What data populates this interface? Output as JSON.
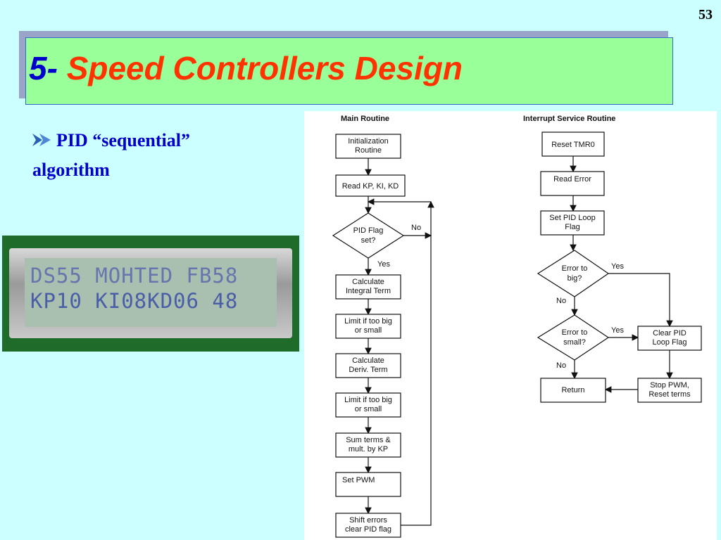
{
  "page_number": "53",
  "title": {
    "number": "5-",
    "text": "Speed Controllers Design"
  },
  "bullet": {
    "line1": "PID “sequential”",
    "line2": "algorithm"
  },
  "lcd": {
    "line1": "DS55 MOHTED FB58",
    "line2": "KP10 KI08KD06 48"
  },
  "flowchart": {
    "main_heading": "Main Routine",
    "isr_heading": "Interrupt Service Routine",
    "main": {
      "init": [
        "Initialization",
        "Routine"
      ],
      "read_k": "Read KP, KI, KD",
      "decision": [
        "PID Flag",
        "set?"
      ],
      "no_label": "No",
      "yes_label": "Yes",
      "integral": [
        "Calculate",
        "Integral Term"
      ],
      "limit1": [
        "Limit if too big",
        "or small"
      ],
      "deriv": [
        "Calculate",
        "Deriv. Term"
      ],
      "limit2": [
        "Limit if too big",
        "or small"
      ],
      "sum": [
        "Sum terms &",
        "mult. by KP"
      ],
      "set_pwm": "Set PWM",
      "shift": [
        "Shift errors",
        "clear PID flag"
      ]
    },
    "isr": {
      "reset": "Reset TMR0",
      "read_error": "Read Error",
      "set_flag": [
        "Set PID Loop",
        "Flag"
      ],
      "big": [
        "Error to",
        "big?"
      ],
      "small": [
        "Error to",
        "small?"
      ],
      "yes_label": "Yes",
      "no_label": "No",
      "clear_flag": [
        "Clear PID",
        "Loop Flag"
      ],
      "return": "Return",
      "stop": [
        "Stop PWM,",
        "Reset terms"
      ]
    }
  }
}
